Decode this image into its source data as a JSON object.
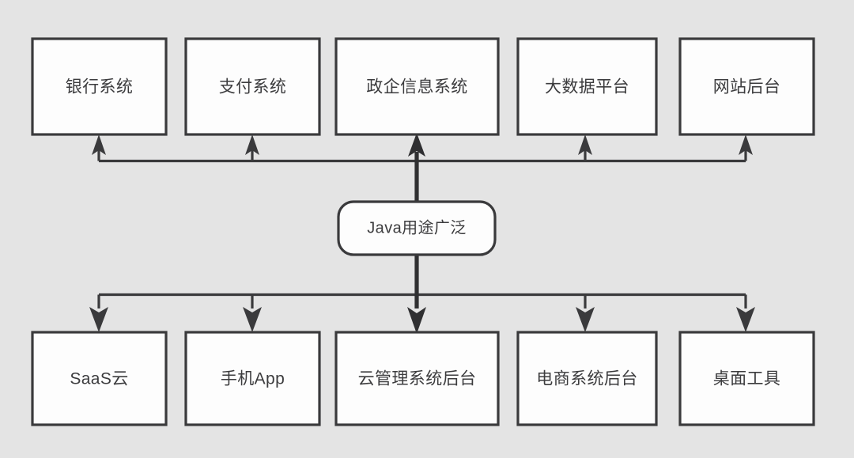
{
  "diagram": {
    "title": "Java用途广泛",
    "type": "hub-and-spoke flowchart",
    "background_color": "#e4e4e4",
    "node_fill_color": "#fdfdfd",
    "node_stroke_color": "#3a3a3c",
    "text_color": "#3c3c3e",
    "center": {
      "label": "Java用途广泛",
      "shape": "rounded-rectangle"
    },
    "top_row": {
      "edge_direction": "up",
      "nodes": [
        {
          "label": "银行系统"
        },
        {
          "label": "支付系统"
        },
        {
          "label": "政企信息系统"
        },
        {
          "label": "大数据平台"
        },
        {
          "label": "网站后台"
        }
      ]
    },
    "bottom_row": {
      "edge_direction": "down",
      "nodes": [
        {
          "label": "SaaS云"
        },
        {
          "label": "手机App"
        },
        {
          "label": "云管理系统后台"
        },
        {
          "label": "电商系统后台"
        },
        {
          "label": "桌面工具"
        }
      ]
    }
  }
}
